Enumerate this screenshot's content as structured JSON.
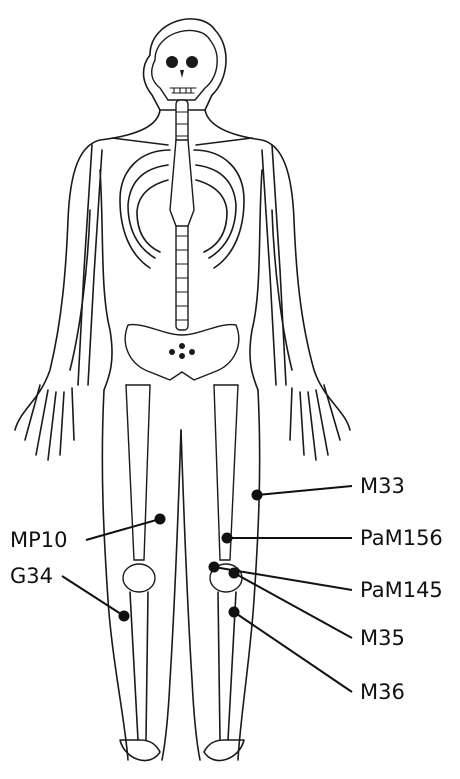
{
  "figure": {
    "points": [
      {
        "id": "M33",
        "label": "M33"
      },
      {
        "id": "MP10",
        "label": "MP10"
      },
      {
        "id": "PaM156",
        "label": "PaM156"
      },
      {
        "id": "PaM145",
        "label": "PaM145"
      },
      {
        "id": "G34",
        "label": "G34"
      },
      {
        "id": "M35",
        "label": "M35"
      },
      {
        "id": "M36",
        "label": "M36"
      }
    ]
  }
}
